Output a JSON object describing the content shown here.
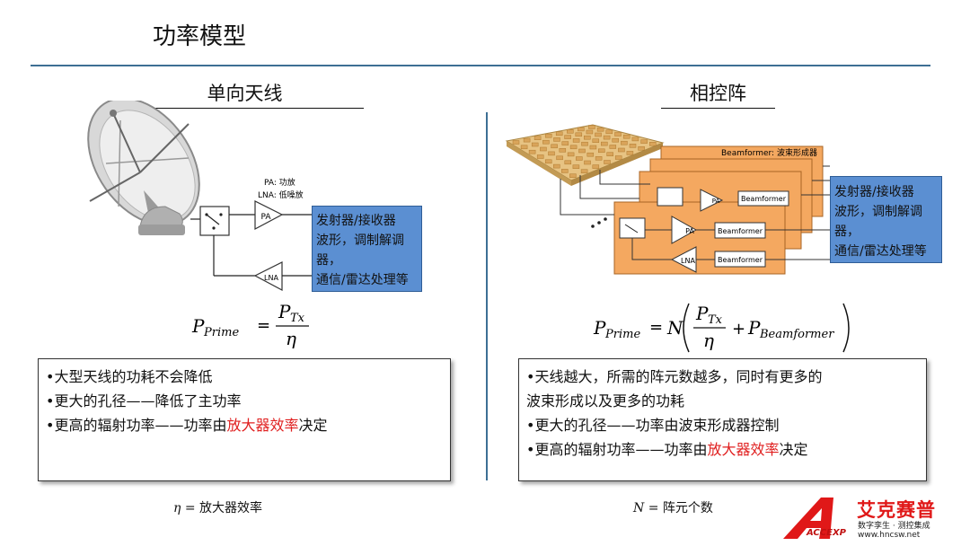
{
  "title": "功率模型",
  "left": {
    "section_title": "单向天线",
    "pa_label": "PA: 功放",
    "lna_label": "LNA: 低噪放",
    "pa_tag": "PA",
    "lna_tag": "LNA",
    "block_lines": [
      "发射器/接收器",
      "波形，调制解调器，",
      "通信/雷达处理等"
    ],
    "formula": {
      "lhs": "P",
      "lhs_sub": "Prime",
      "num": "P",
      "num_sub": "Tx",
      "den": "η"
    },
    "bullets": [
      {
        "text": "•大型天线的功耗不会降低"
      },
      {
        "text": "•更大的孔径——降低了主功率"
      },
      {
        "pre": "•更高的辐射功率——功率由",
        "hl": "放大器效率",
        "post": "决定"
      }
    ],
    "note": {
      "sym": "η",
      "eq": " = ",
      "text": "放大器效率"
    }
  },
  "right": {
    "section_title": "相控阵",
    "beamformer_caption": "Beamformer: 波束形成器",
    "pa_tag": "PA",
    "lna_tag": "LNA",
    "bf_tag": "Beamformer",
    "block_lines": [
      "发射器/接收器",
      "波形，调制解调器，",
      "通信/雷达处理等"
    ],
    "formula": {
      "lhs": "P",
      "lhs_sub": "Prime",
      "eq": "=",
      "n": "N",
      "num": "P",
      "num_sub": "Tx",
      "den": "η",
      "plus": "+",
      "p2": "P",
      "p2_sub": "Beamformer"
    },
    "bullets": [
      {
        "text": "•天线越大，所需的阵元数越多，同时有更多的"
      },
      {
        "text": "波束形成以及更多的功耗"
      },
      {
        "text": "•更大的孔径——功率由波束形成器控制"
      },
      {
        "pre": "•更高的辐射功率——功率由",
        "hl": "放大器效率",
        "post": "决定"
      }
    ],
    "note": {
      "sym": "N",
      "eq": " = ",
      "text": "阵元个数"
    }
  },
  "logo": {
    "main": "艾克赛普",
    "sub": "数字孪生 · 测控集成",
    "url": "www.hncsw.net",
    "brand": "ACCEXP"
  },
  "colors": {
    "accent_rule": "#3d6f94",
    "block_blue": "#5b8fd2",
    "module_orange": "#f4a860",
    "highlight": "#e02020"
  }
}
